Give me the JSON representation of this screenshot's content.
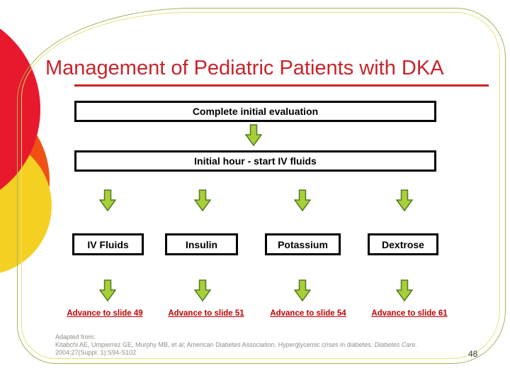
{
  "slide": {
    "title": "Management of Pediatric Patients with DKA",
    "page_number": "48"
  },
  "flow": {
    "step1": "Complete initial evaluation",
    "step2": "Initial hour - start IV fluids",
    "columns": [
      {
        "box": "IV Fluids",
        "link": "Advance to slide 49"
      },
      {
        "box": "Insulin",
        "link": "Advance to slide 51"
      },
      {
        "box": "Potassium",
        "link": "Advance to slide 54"
      },
      {
        "box": "Dextrose",
        "link": "Advance to slide 61"
      }
    ]
  },
  "footer": {
    "label": "Adapted from:",
    "citation_regular": "Kitabchi AE, Umpierrez GE, Murphy MB, et al; American Diabetes Association. Hyperglycemic crises in diabetes. ",
    "citation_italic": "Diabetes Care.",
    "citation_line2": "2004;27(Suppl. 1):S94-S102"
  },
  "colors": {
    "title_red": "#c8242b",
    "link_red": "#c00000",
    "box_border": "#000000",
    "arrow_fill": "#a8cf38",
    "arrow_stroke": "#4e7a21",
    "circle_red": "#e8192c",
    "circle_orange": "#f05014",
    "circle_yellow": "#f4d022",
    "frame_outer_line": "#a3b25a",
    "frame_inner_line": "#e8e079",
    "footer_gray": "#8f8d86"
  }
}
